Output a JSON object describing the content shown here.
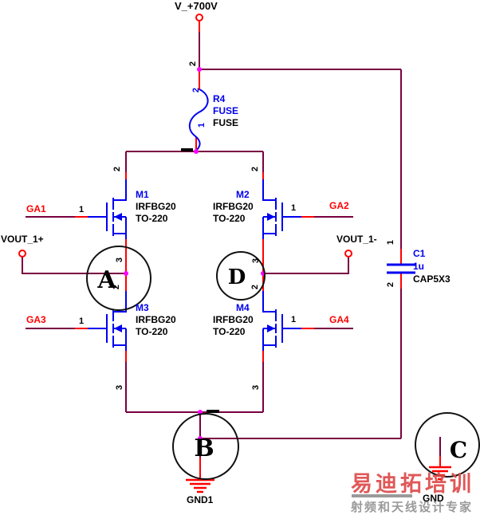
{
  "power": {
    "label": "V_+700V"
  },
  "net_labels": {
    "ga1": "GA1",
    "ga2": "GA2",
    "ga3": "GA3",
    "ga4": "GA4",
    "vout_plus": "VOUT_1+",
    "vout_minus": "VOUT_1-"
  },
  "components": {
    "fuse": {
      "ref": "R4",
      "value": "FUSE",
      "footprint": "FUSE"
    },
    "m1": {
      "ref": "M1",
      "part": "IRFBG20",
      "package": "TO-220"
    },
    "m2": {
      "ref": "M2",
      "part": "IRFBG20",
      "package": "TO-220"
    },
    "m3": {
      "ref": "M3",
      "part": "IRFBG20",
      "package": "TO-220"
    },
    "m4": {
      "ref": "M4",
      "part": "IRFBG20",
      "package": "TO-220"
    },
    "c1": {
      "ref": "C1",
      "value": "1u",
      "footprint": "CAP5X3"
    }
  },
  "pin_numbers": {
    "p1": "1",
    "p2": "2",
    "p3": "3"
  },
  "markers": {
    "a": "A",
    "b": "B",
    "c": "C",
    "d": "D"
  },
  "grounds": {
    "gnd1": "GND1",
    "gnd": "GND"
  },
  "watermark": {
    "line1": "易迪拓培训",
    "line2": "射频和天线设计专家"
  },
  "colors": {
    "background": "#FFFFFF",
    "wire": "#7A0040",
    "pin_lead": "#FF0000",
    "component": "#0000F0",
    "junction": "#FF00FF",
    "net_label": "#FF0000",
    "text": "#000000",
    "marker": "#111111",
    "watermark_red": "#DE4A4A",
    "watermark_gray": "#9A9A9A"
  }
}
